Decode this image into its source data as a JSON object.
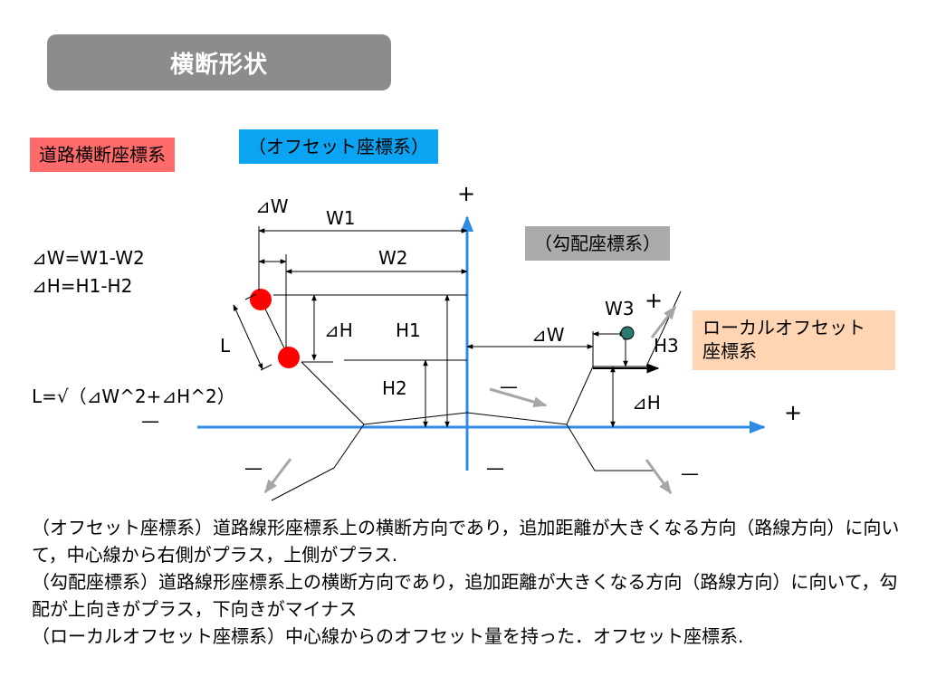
{
  "title": "横断形状",
  "labels": {
    "road_system": "道路横断座標系",
    "offset_system": "（オフセット座標系）",
    "gradient_system": "（勾配座標系）",
    "local_offset_line1": "ローカルオフセット",
    "local_offset_line2": "座標系"
  },
  "formulas": {
    "dw": "⊿W=W1-W2",
    "dh": "⊿H=H1-H2",
    "l": "L=√（⊿W^2+⊿H^2）"
  },
  "diagram": {
    "dw_top": "⊿W",
    "w1": "W1",
    "w2": "W2",
    "dh_left": "⊿H",
    "h1": "H1",
    "h2": "H2",
    "l": "L",
    "dw_right": "⊿W",
    "w3": "W3",
    "h3": "H3",
    "dh_right": "⊿H",
    "plus_top": "+",
    "plus_right": "+",
    "plus_grad": "+",
    "minus_left": "—",
    "minus_lower_left": "—",
    "minus_lower_mid": "—",
    "minus_grad": "—",
    "minus_lower_right": "—"
  },
  "colors": {
    "axis": "#2f8be6",
    "point": "#ff0000",
    "point_local": "#2b7a6f",
    "arrow_gray": "#a6a6a6"
  },
  "description": [
    "（オフセット座標系）道路線形座標系上の横断方向であり，追加距離が大きくなる方向（路線方向）に向いて，中心線から右側がプラス，上側がプラス.",
    "（勾配座標系）道路線形座標系上の横断方向であり，追加距離が大きくなる方向（路線方向）に向いて，勾配が上向きがプラス，下向きがマイナス",
    "（ローカルオフセット座標系）中心線からのオフセット量を持った．オフセット座標系."
  ]
}
